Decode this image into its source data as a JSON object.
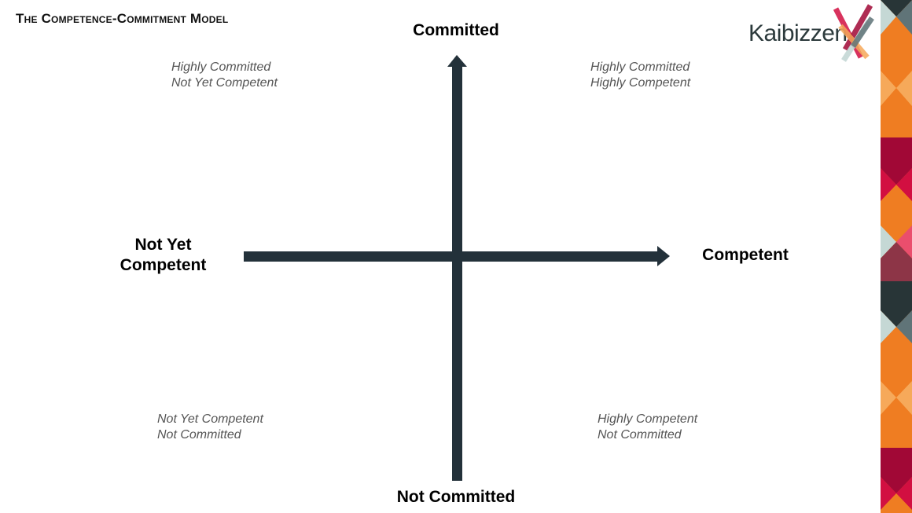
{
  "title": "The Competence-Commitment Model",
  "axes": {
    "top": "Committed",
    "bottom": "Not Committed",
    "left_line1": "Not Yet",
    "left_line2": "Competent",
    "right": "Competent"
  },
  "quadrants": {
    "top_left": [
      "Highly Committed",
      "Not Yet Competent"
    ],
    "top_right": [
      "Highly Committed",
      "Highly Competent"
    ],
    "bottom_left": [
      "Not Yet Competent",
      "Not Committed"
    ],
    "bottom_right": [
      "Highly Competent",
      "Not Committed"
    ]
  },
  "logo": {
    "text": "Kaibizzen"
  },
  "colors": {
    "arrow": "#23313a",
    "orange": "#ef7d22",
    "light_orange": "#f6a95a",
    "crimson": "#a10836",
    "red": "#d20f41",
    "maroon": "#8d3547",
    "pink": "#ea4e6d",
    "dark": "#283537",
    "slate": "#607478",
    "light_gray": "#c5d8d5"
  }
}
